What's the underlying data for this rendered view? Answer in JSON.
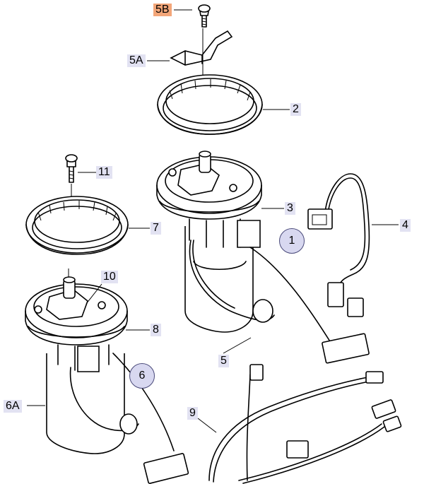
{
  "labels": {
    "l5B": "5B",
    "l5A": "5A",
    "l2": "2",
    "l11": "11",
    "l3": "3",
    "l4": "4",
    "l7": "7",
    "l1": "1",
    "l10": "10",
    "l8": "8",
    "l5": "5",
    "l6": "6",
    "l6A": "6A",
    "l9": "9"
  },
  "colors": {
    "label_bg": "#e2e2f2",
    "highlight_bg": "#f3a679",
    "circle_bg": "#d8d8f0"
  }
}
